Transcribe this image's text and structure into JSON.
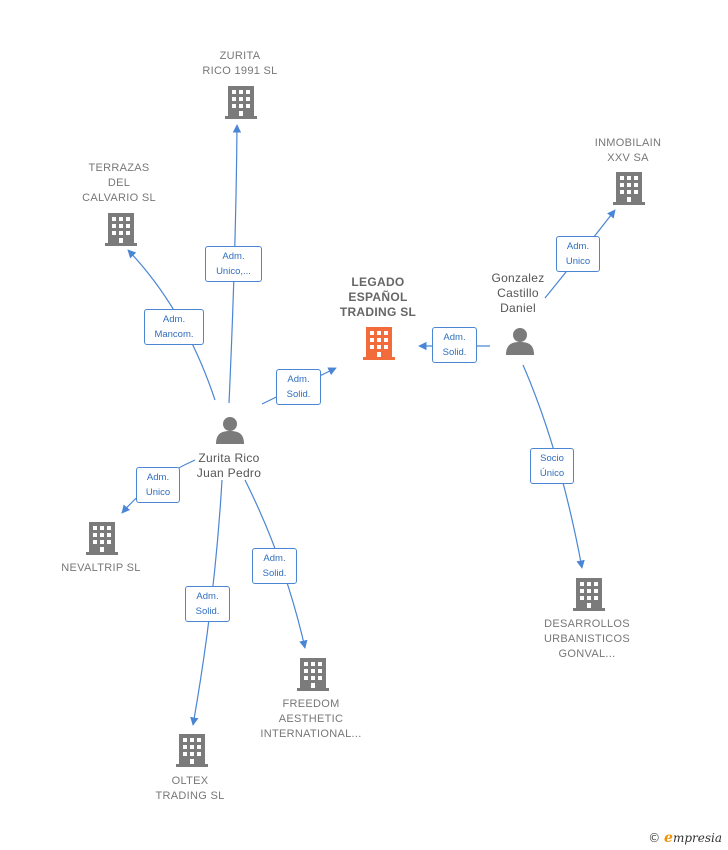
{
  "colors": {
    "edge": "#4a86d4",
    "company": "#7b7b7b",
    "main_company": "#f26b3a",
    "person": "#7b7b7b"
  },
  "nodes": {
    "zurita_rico_1991": {
      "label": "ZURITA\nRICO 1991  SL",
      "icon": "building-icon"
    },
    "terrazas": {
      "label": "TERRAZAS\nDEL\nCALVARIO  SL",
      "icon": "building-icon"
    },
    "legado": {
      "label": "LEGADO\nESPAÑOL\nTRADING  SL",
      "icon": "building-icon"
    },
    "inmobilain": {
      "label": "INMOBILAIN\nXXV SA",
      "icon": "building-icon"
    },
    "gonzalez": {
      "label": "Gonzalez\nCastillo\nDaniel",
      "icon": "person-icon"
    },
    "zurita_juan": {
      "label": "Zurita Rico\nJuan Pedro",
      "icon": "person-icon"
    },
    "nevaltrip": {
      "label": "NEVALTRIP  SL",
      "icon": "building-icon"
    },
    "freedom": {
      "label": "FREEDOM\nAESTHETIC\nINTERNATIONAL...",
      "icon": "building-icon"
    },
    "oltex": {
      "label": "OLTEX\nTRADING  SL",
      "icon": "building-icon"
    },
    "desarrollos": {
      "label": "DESARROLLOS\nURBANISTICOS\nGONVAL...",
      "icon": "building-icon"
    }
  },
  "relations": {
    "r_zurita1991": "Adm.\nUnico,...",
    "r_terrazas": "Adm.\nMancom.",
    "r_legado_juan": "Adm.\nSolid.",
    "r_legado_gonzalez": "Adm.\nSolid.",
    "r_inmobilain": "Adm.\nUnico",
    "r_nevaltrip": "Adm.\nUnico",
    "r_freedom": "Adm.\nSolid.",
    "r_oltex": "Adm.\nSolid.",
    "r_desarrollos": "Socio\nÚnico"
  },
  "footer": {
    "copyright": "©",
    "brand_initial": "e",
    "brand_rest": "mpresia"
  }
}
